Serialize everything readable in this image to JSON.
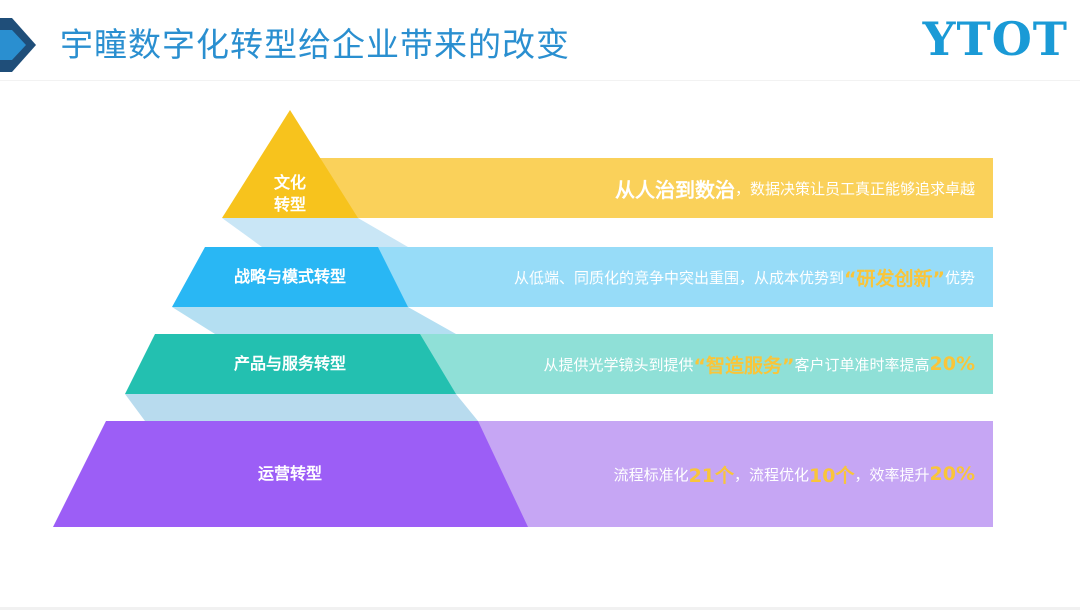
{
  "title": "宇瞳数字化转型给企业带来的改变",
  "logo": "YTOT",
  "colors": {
    "title": "#2a8fd0",
    "accent": "#f9c53a",
    "level1": "#f7c31d",
    "level2": "#29b7f4",
    "level3": "#23c0b0",
    "level4": "#9c5ef6"
  },
  "pyramid": [
    {
      "label_line1": "文化",
      "label_line2": "转型",
      "desc_strong": "从人治到数治",
      "desc_rest": "，数据决策让员工真正能够追求卓越"
    },
    {
      "label": "战略与模式转型",
      "desc_pre": "从低端、同质化的竞争中突出重围，从成本优势到",
      "desc_highlight": "“研发创新”",
      "desc_post": "优势"
    },
    {
      "label": "产品与服务转型",
      "desc_pre": "从提供光学镜头到提供",
      "desc_highlight": "“智造服务”",
      "desc_mid": "客户订单准时率提高",
      "desc_value": "20%"
    },
    {
      "label": "运营转型",
      "desc_a": "流程标准化",
      "value_a": "21个",
      "desc_b": "，流程优化",
      "value_b": "10个",
      "desc_c": "，效率提升",
      "value_c": "20%"
    }
  ]
}
